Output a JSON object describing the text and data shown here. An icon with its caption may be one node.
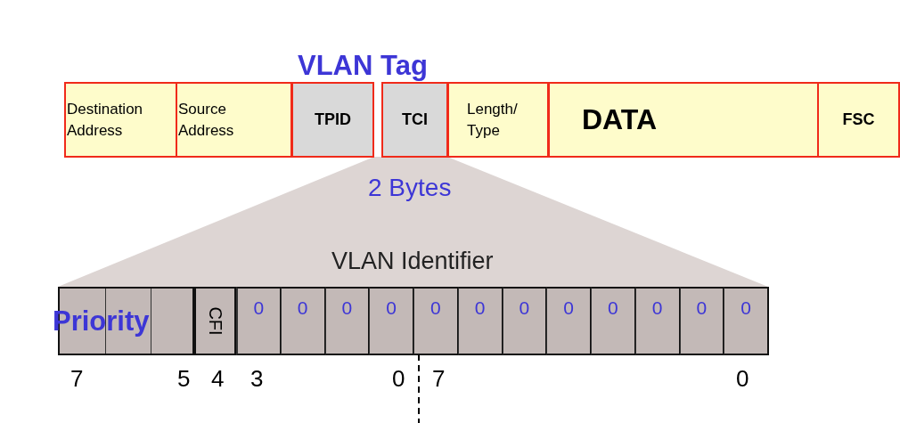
{
  "diagram": {
    "nodes": [
      {
        "text": [
          "Destination Address"
        ]
      },
      {
        "text": [
          "Source Address"
        ]
      },
      {
        "text": [
          "TPID"
        ]
      },
      {
        "text": [
          "TCI"
        ]
      },
      {
        "text": [
          "Length/ Type"
        ]
      },
      {
        "text": [
          "DATA"
        ]
      },
      {
        "text": [
          "FSC"
        ]
      },
      {
        "text": [
          "Priority"
        ]
      },
      {
        "text": [
          "CFI"
        ]
      },
      {
        "text": [
          "0"
        ]
      },
      {
        "text": [
          "0"
        ]
      },
      {
        "text": [
          "0"
        ]
      },
      {
        "text": [
          "0"
        ]
      },
      {
        "text": [
          "0"
        ]
      },
      {
        "text": [
          "0"
        ]
      },
      {
        "text": [
          "0"
        ]
      },
      {
        "text": [
          "0"
        ]
      },
      {
        "text": [
          "0"
        ]
      },
      {
        "text": [
          "0"
        ]
      },
      {
        "text": [
          "0"
        ]
      },
      {
        "text": [
          "0"
        ]
      }
    ],
    "labels": [
      "VLAN Tag",
      "2 Bytes",
      "VLAN Identifier",
      "7",
      "5",
      "4",
      "3",
      "0",
      "7",
      "0"
    ]
  }
}
